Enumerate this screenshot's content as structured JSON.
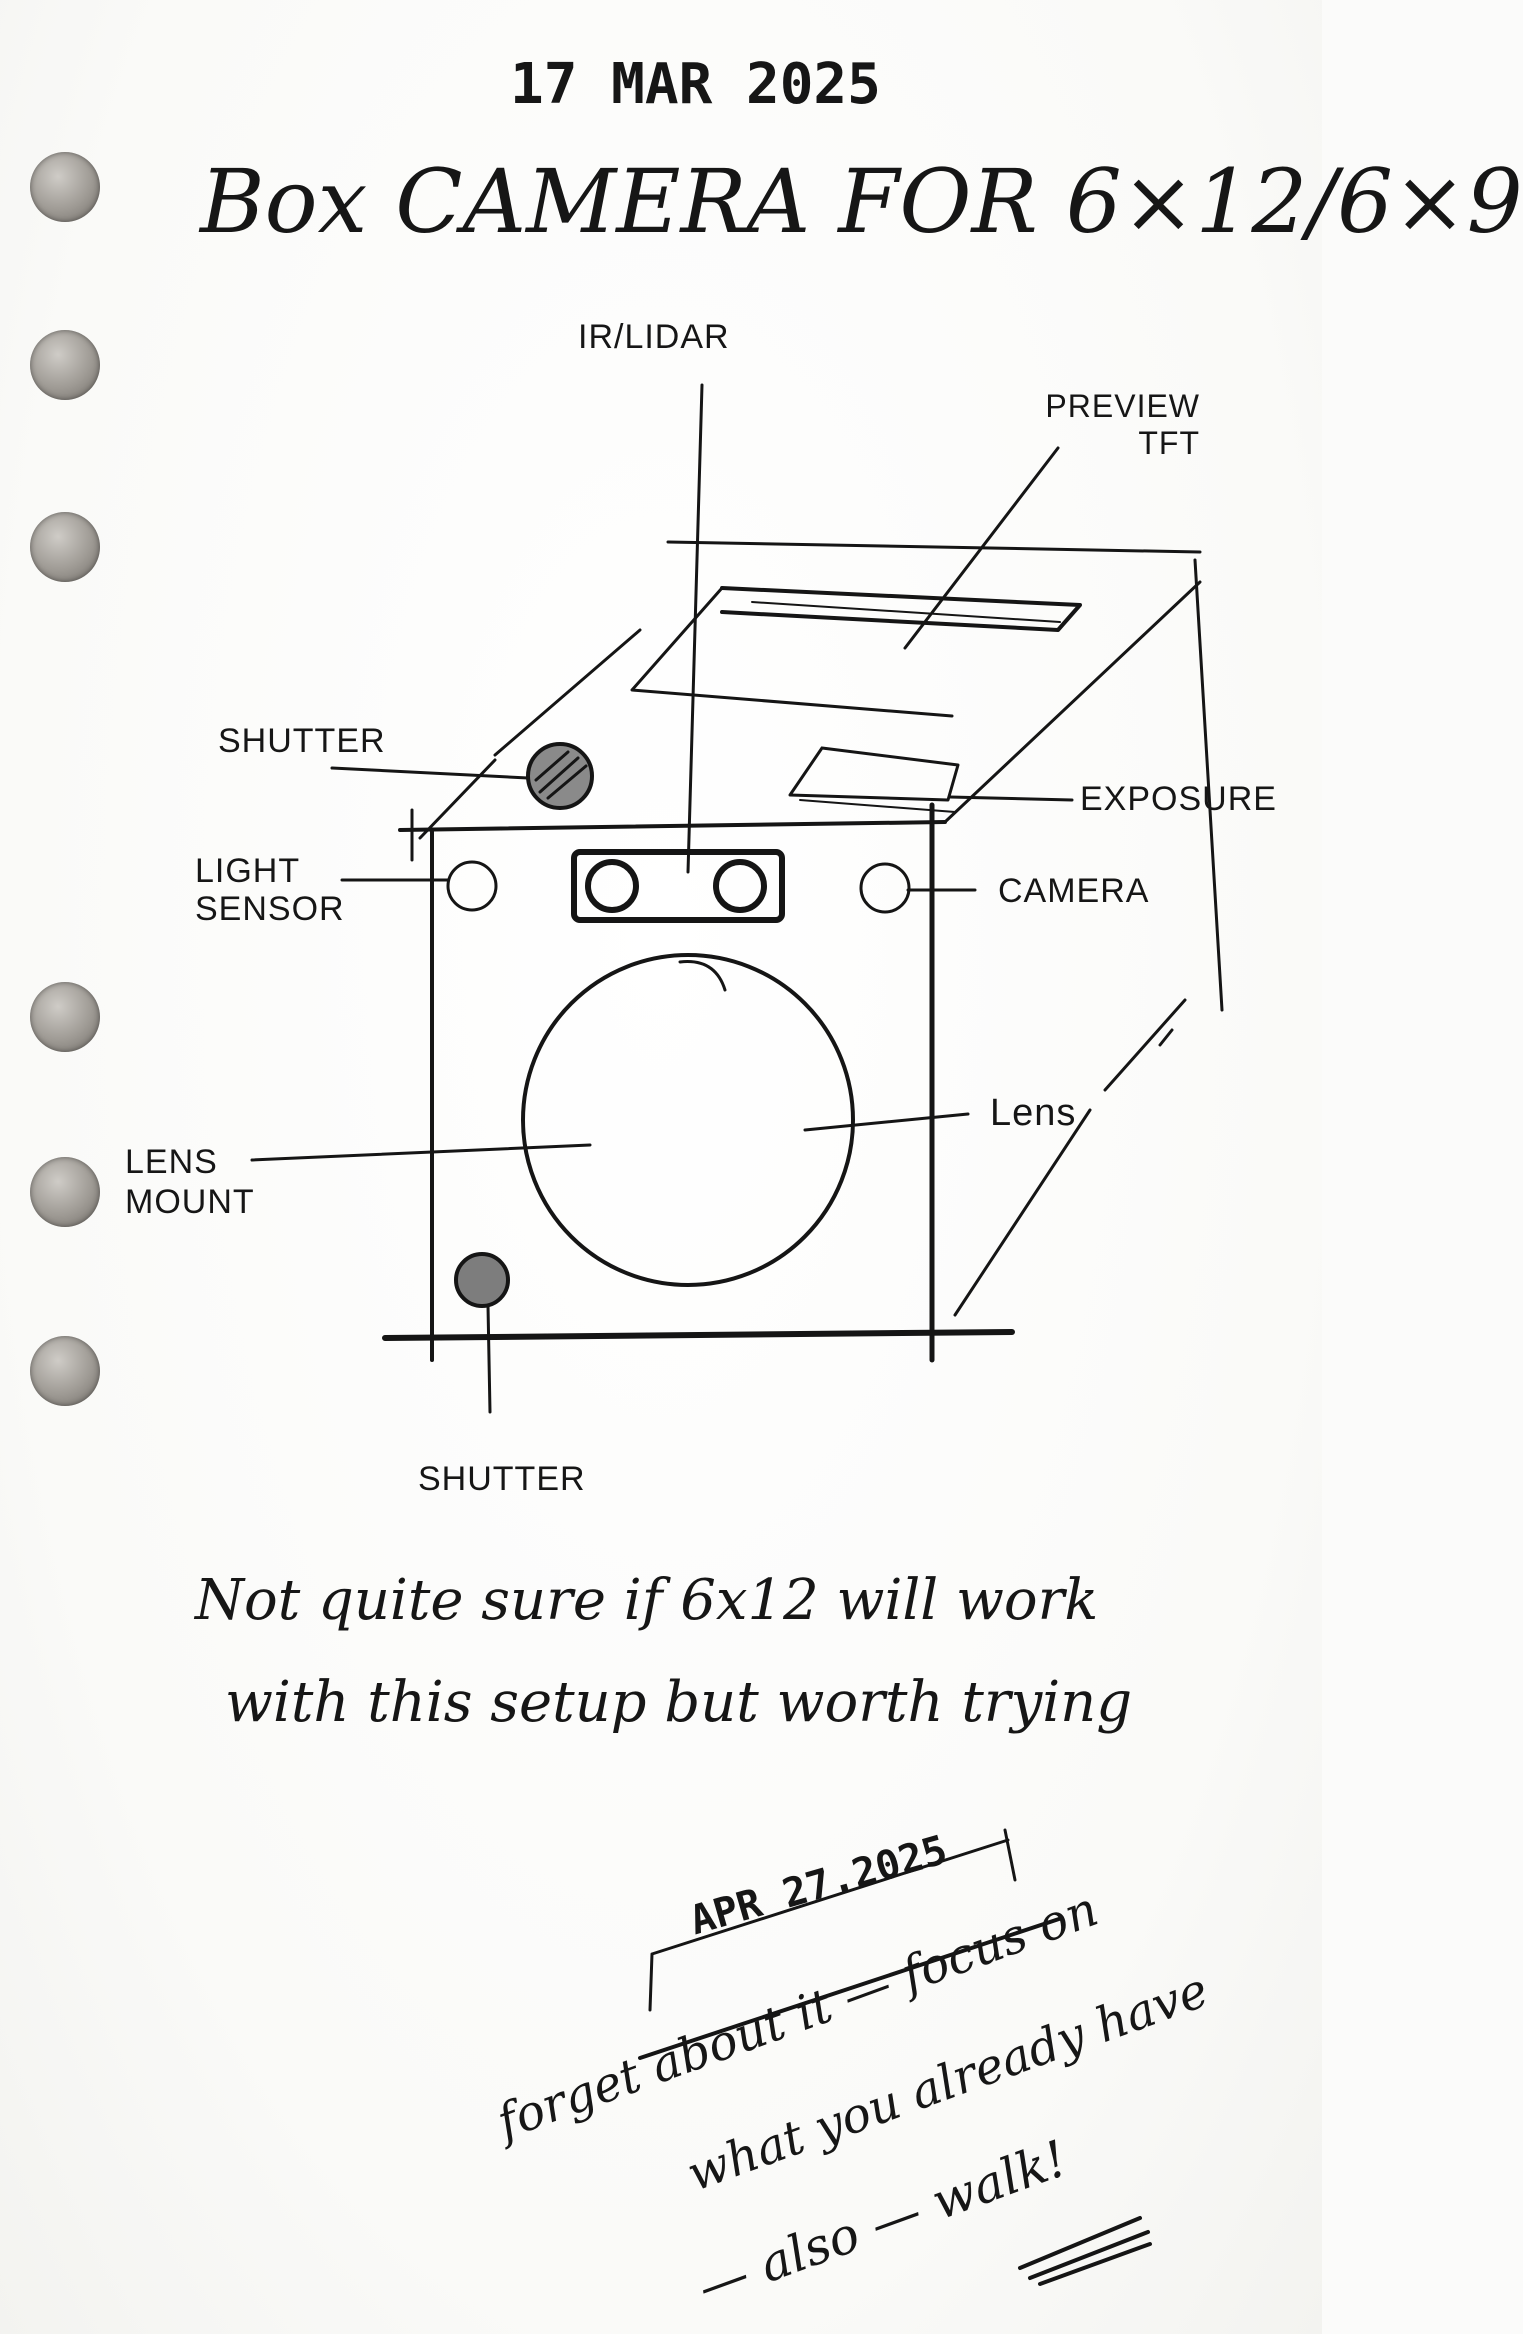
{
  "header": {
    "date": "17 MAR 2025",
    "title": "Box CAMERA FOR 6×12/6×9"
  },
  "labels": {
    "ir_lidar": "IR/LIDAR",
    "preview_tft": "PREVIEW TFT",
    "shutter_top": "SHUTTER",
    "exposure": "EXPOSURE",
    "light_sensor": "LIGHT SENSOR",
    "camera": "CAMERA",
    "lens": "Lens",
    "lens_mount": "LENS MOUNT",
    "shutter_bottom": "SHUTTER"
  },
  "notes": {
    "line1": "Not quite sure if 6x12 will work",
    "line2": "with this setup but worth trying"
  },
  "followup": {
    "date": "APR 27.2025",
    "line1": "forget about it — focus on",
    "line2": "what you already have",
    "line3": "— also — walk!"
  }
}
